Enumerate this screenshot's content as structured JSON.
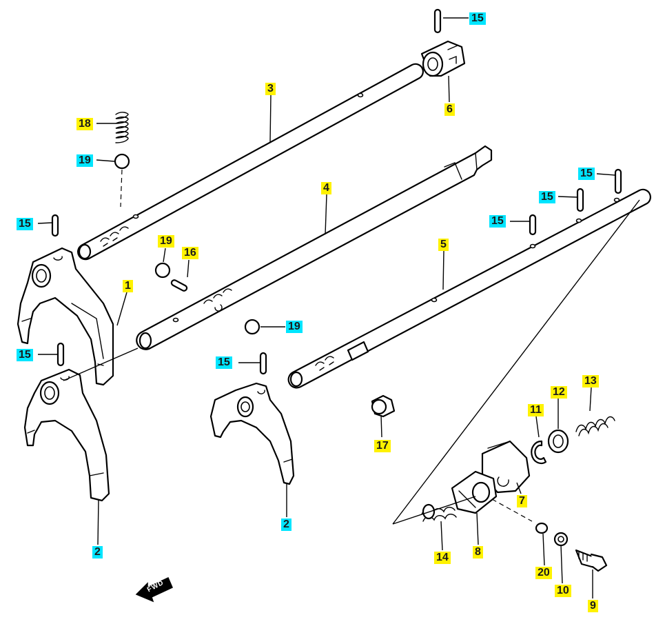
{
  "callouts": [
    {
      "key": "n15a",
      "text": "15",
      "color": "cyan"
    },
    {
      "key": "n6",
      "text": "6",
      "color": "yellow"
    },
    {
      "key": "n3",
      "text": "3",
      "color": "yellow"
    },
    {
      "key": "n18",
      "text": "18",
      "color": "yellow"
    },
    {
      "key": "n19a",
      "text": "19",
      "color": "cyan"
    },
    {
      "key": "n4",
      "text": "4",
      "color": "yellow"
    },
    {
      "key": "n15b",
      "text": "15",
      "color": "cyan"
    },
    {
      "key": "n15c",
      "text": "15",
      "color": "cyan"
    },
    {
      "key": "n15d",
      "text": "15",
      "color": "cyan"
    },
    {
      "key": "n15e",
      "text": "15",
      "color": "cyan"
    },
    {
      "key": "n19b",
      "text": "19",
      "color": "yellow"
    },
    {
      "key": "n16",
      "text": "16",
      "color": "yellow"
    },
    {
      "key": "n5",
      "text": "5",
      "color": "yellow"
    },
    {
      "key": "n1",
      "text": "1",
      "color": "yellow"
    },
    {
      "key": "n19c",
      "text": "19",
      "color": "cyan"
    },
    {
      "key": "n15f",
      "text": "15",
      "color": "cyan"
    },
    {
      "key": "n15g",
      "text": "15",
      "color": "cyan"
    },
    {
      "key": "n13",
      "text": "13",
      "color": "yellow"
    },
    {
      "key": "n12",
      "text": "12",
      "color": "yellow"
    },
    {
      "key": "n11",
      "text": "11",
      "color": "yellow"
    },
    {
      "key": "n17",
      "text": "17",
      "color": "yellow"
    },
    {
      "key": "n7",
      "text": "7",
      "color": "yellow"
    },
    {
      "key": "n2a",
      "text": "2",
      "color": "cyan"
    },
    {
      "key": "n2b",
      "text": "2",
      "color": "cyan"
    },
    {
      "key": "n14",
      "text": "14",
      "color": "yellow"
    },
    {
      "key": "n8",
      "text": "8",
      "color": "yellow"
    },
    {
      "key": "n20",
      "text": "20",
      "color": "yellow"
    },
    {
      "key": "n10",
      "text": "10",
      "color": "yellow"
    },
    {
      "key": "n9",
      "text": "9",
      "color": "yellow"
    }
  ],
  "fwd_label": "FWD",
  "colors": {
    "yellow": "#fff200",
    "cyan": "#00e5ff",
    "line": "#000000"
  }
}
